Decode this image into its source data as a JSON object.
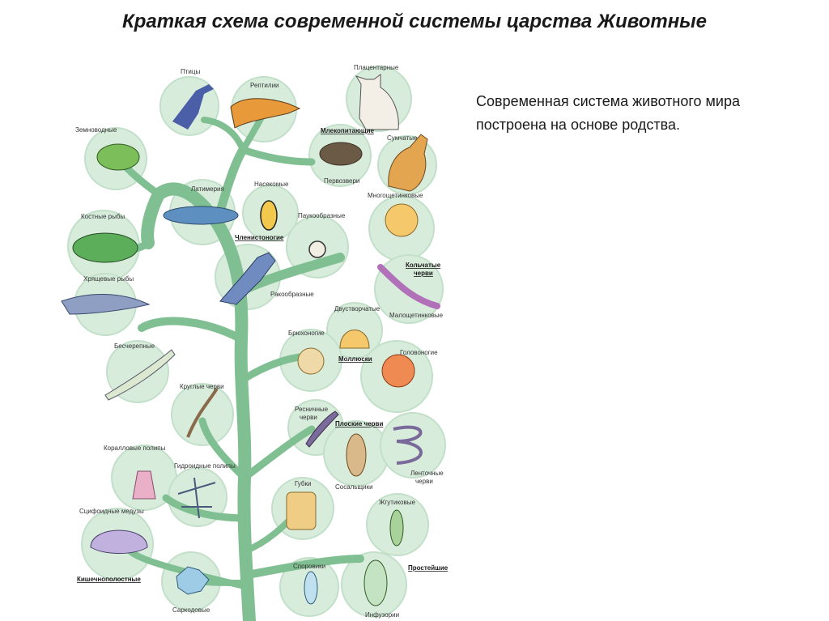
{
  "title": "Краткая схема современной системы царства Животные",
  "description": "Современная система животного мира построена на основе родства.",
  "colors": {
    "trunk": "#7fbf91",
    "circle_fill": "#d8ecdc",
    "circle_stroke": "#c2e0c9"
  },
  "labels": {
    "birds": "Птицы",
    "reptiles": "Рептилии",
    "placentals": "Плацентарные",
    "amphibians": "Земноводные",
    "mammals": "Млекопитающие",
    "marsupials": "Сумчатые",
    "monotremes": "Первозвери",
    "coelacanth": "Латимерия",
    "insects": "Насекомые",
    "polychaetes": "Многощетинковые",
    "arachnids": "Паукообразные",
    "bony_fish": "Костные рыбы",
    "arthropods": "Членистоногие",
    "annelids_1": "Кольчатые",
    "annelids_2": "черви",
    "crustaceans": "Ракообразные",
    "cartilaginous_fish": "Хрящевые рыбы",
    "oligochaetes": "Малощетинковые",
    "bivalves": "Двустворчатые",
    "gastropods": "Брюхоногие",
    "lancelets": "Бесчерепные",
    "molluscs": "Моллюски",
    "cephalopods": "Головоногие",
    "roundworms": "Круглые черви",
    "turbellaria_1": "Ресничные",
    "turbellaria_2": "черви",
    "flatworms": "Плоские черви",
    "coral_polyps": "Коралловые полипы",
    "hydroids": "Гидроидные полипы",
    "tapeworms_1": "Ленточные",
    "tapeworms_2": "черви",
    "flukes": "Сосальщики",
    "sponges": "Губки",
    "scyphozoa": "Сцифоидные медузы",
    "flagellates": "Жгутиковые",
    "sporozoa": "Споровики",
    "protozoa": "Простейшие",
    "cnidarians": "Кишечнополостные",
    "sarcodina": "Саркодовые",
    "ciliates": "Инфузории"
  }
}
